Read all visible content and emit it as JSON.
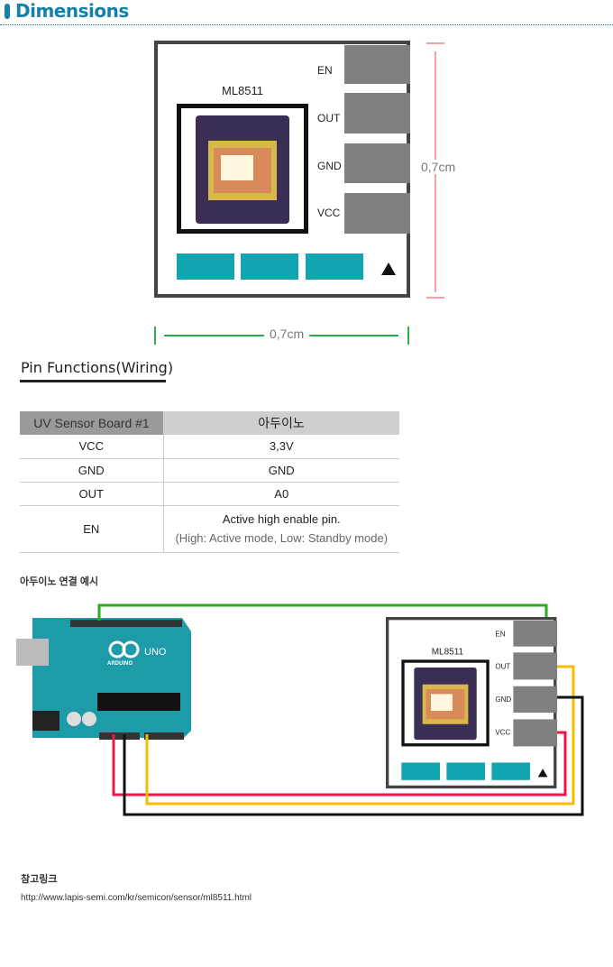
{
  "header": {
    "title": "Dimensions"
  },
  "sensor": {
    "model": "ML8511",
    "pins": [
      "EN",
      "OUT",
      "GND",
      "VCC"
    ]
  },
  "dimensions": {
    "height": "0,7cm",
    "width": "0,7cm"
  },
  "pin_functions": {
    "title": "Pin Functions(Wiring)",
    "headers": [
      "UV Sensor Board #1",
      "아두이노"
    ],
    "rows": [
      [
        "VCC",
        "3,3V"
      ],
      [
        "GND",
        "GND"
      ],
      [
        "OUT",
        "A0"
      ],
      [
        "EN",
        "Active high enable pin.",
        "(High: Active mode, Low: Standby mode)"
      ]
    ]
  },
  "example": {
    "title": "아두이노 연결 예시",
    "board_label": "UNO",
    "board_brand": "ARDUINO",
    "wire_colors": {
      "vcc": "#e8174a",
      "gnd": "#111111",
      "out": "#f9bd00",
      "en": "#2aac1e"
    }
  },
  "reference": {
    "title": "참고링크",
    "link": "http://www.lapis-semi.com/kr/semicon/sensor/ml8511.html"
  },
  "colors": {
    "accent": "#1580a8",
    "teal": "#10a5b0",
    "pin": "#808080"
  }
}
